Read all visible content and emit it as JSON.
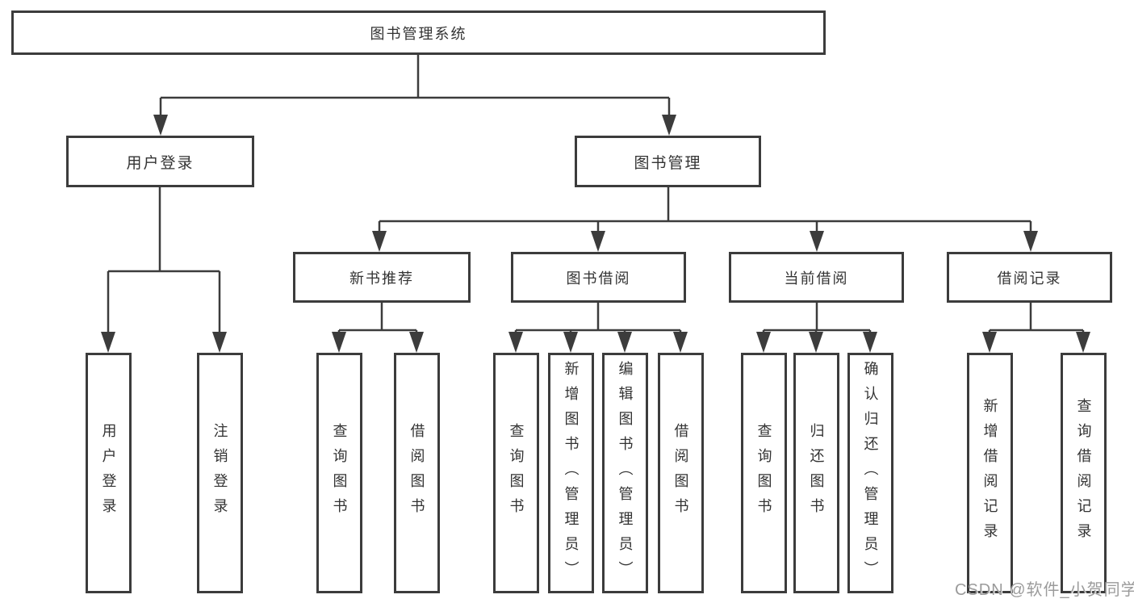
{
  "tree": {
    "label": "图书管理系统",
    "children": [
      {
        "label": "用户登录",
        "children": [
          {
            "label": "用户登录"
          },
          {
            "label": "注销登录"
          }
        ]
      },
      {
        "label": "图书管理",
        "children": [
          {
            "label": "新书推荐",
            "children": [
              {
                "label": "查询图书"
              },
              {
                "label": "借阅图书"
              }
            ]
          },
          {
            "label": "图书借阅",
            "children": [
              {
                "label": "查询图书"
              },
              {
                "label": "新增图书（管理员）"
              },
              {
                "label": "编辑图书（管理员）"
              },
              {
                "label": "借阅图书"
              }
            ]
          },
          {
            "label": "当前借阅",
            "children": [
              {
                "label": "查询图书"
              },
              {
                "label": "归还图书"
              },
              {
                "label": "确认归还（管理员）"
              }
            ]
          },
          {
            "label": "借阅记录",
            "children": [
              {
                "label": "新增借阅记录"
              },
              {
                "label": "查询借阅记录"
              }
            ]
          }
        ]
      }
    ]
  },
  "watermark": "CSDN @软件_小贺同学",
  "colors": {
    "line": "#3c3c3c",
    "box_border": "#3c3c3c",
    "text": "#333333",
    "watermark": "#9b9b9b",
    "background": "#ffffff"
  }
}
